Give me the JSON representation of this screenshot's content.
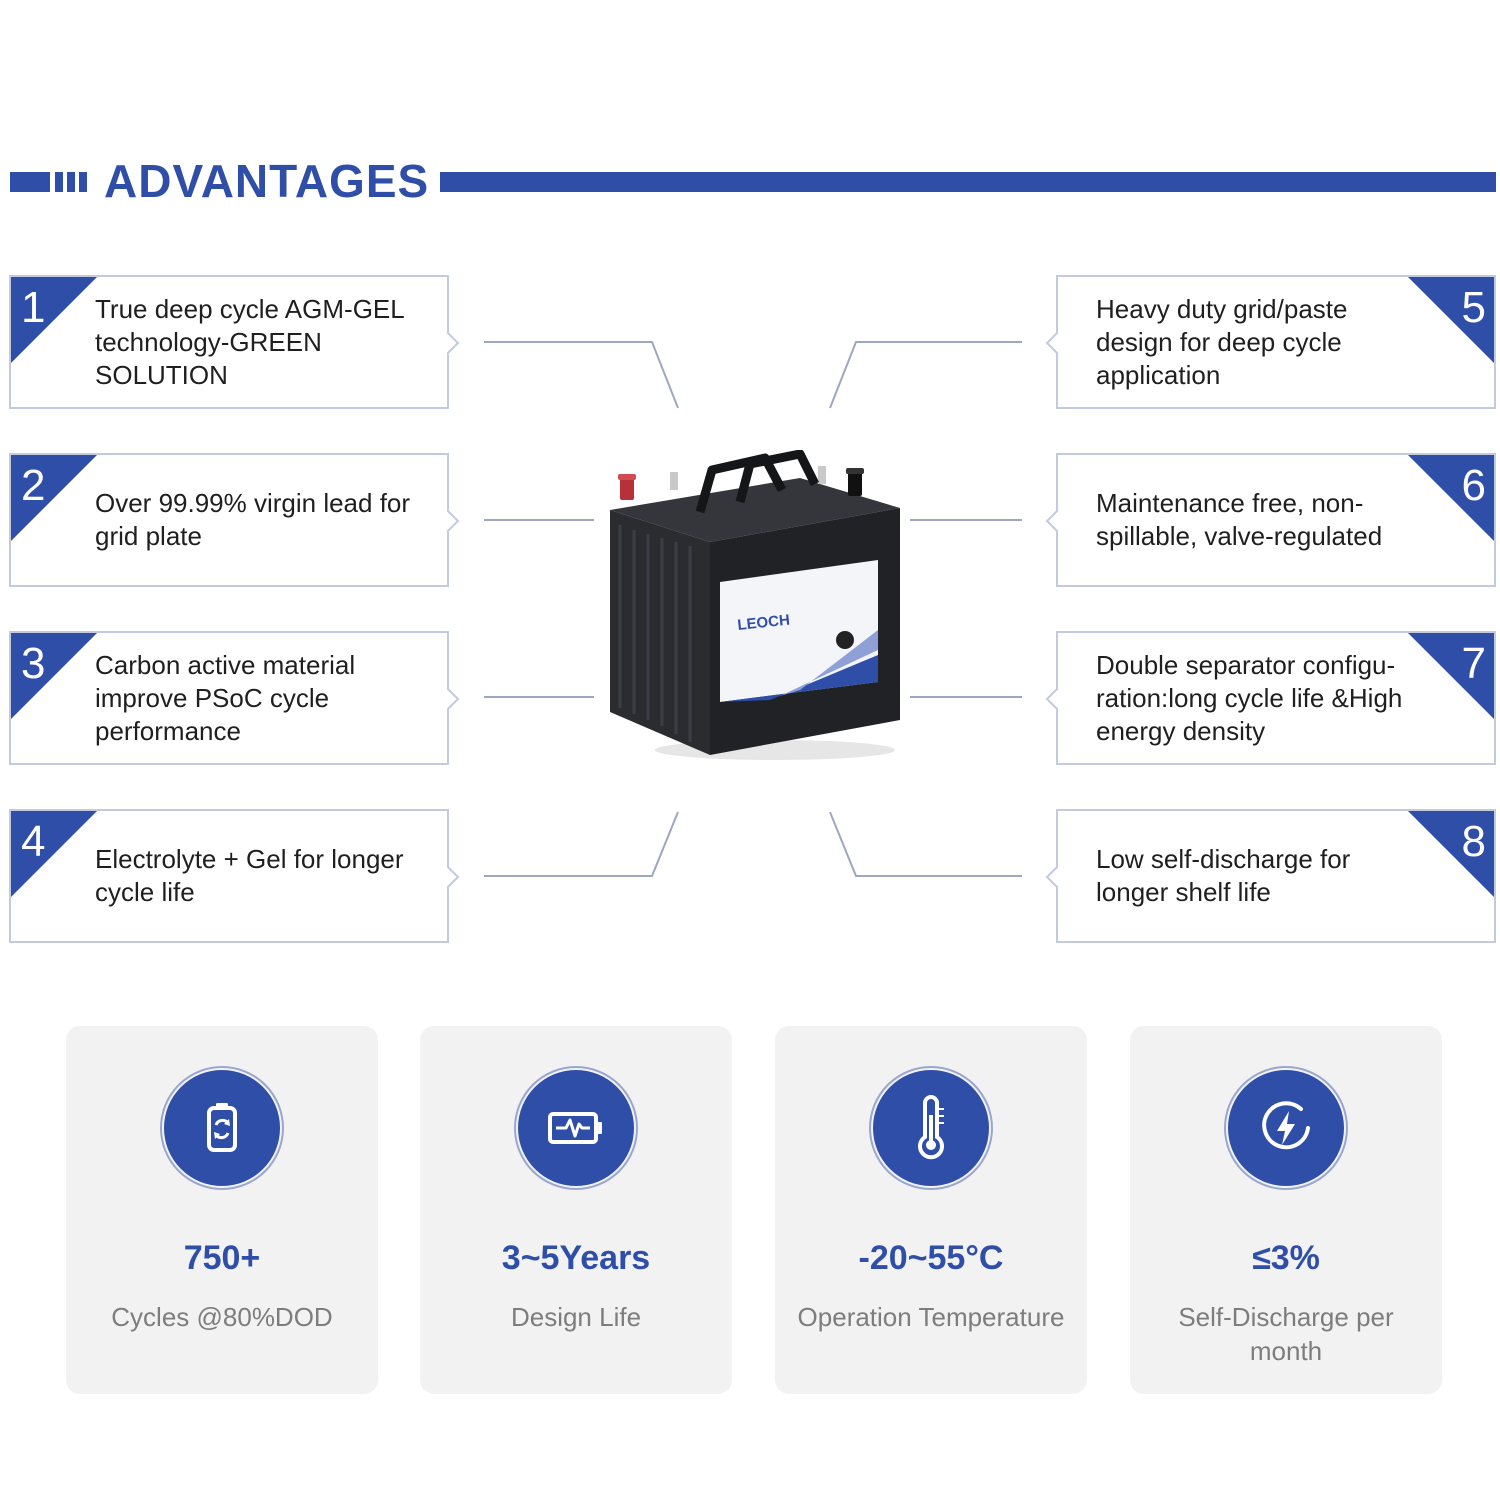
{
  "header": {
    "title": "ADVANTAGES"
  },
  "colors": {
    "accent": "#2f4ea8",
    "box_border": "#c3c9df",
    "card_bg": "#f2f2f2",
    "caption": "#7d7d7d"
  },
  "battery": {
    "logo_text": "LEOCH",
    "icon": "agm-gel-battery-image"
  },
  "features": [
    {
      "num": "1",
      "text": "True deep cycle AGM-GEL technology-GREEN SOLUTION"
    },
    {
      "num": "2",
      "text": "Over 99.99% virgin lead for grid plate"
    },
    {
      "num": "3",
      "text": "Carbon active material improve PSoC cycle performance"
    },
    {
      "num": "4",
      "text": "Electrolyte + Gel for longer cycle life"
    },
    {
      "num": "5",
      "text": "Heavy duty grid/paste design for deep cycle application"
    },
    {
      "num": "6",
      "text": "Maintenance free, non-spillable, valve-regulated"
    },
    {
      "num": "7",
      "text": "Double separator configu-ration:long cycle life &High energy density"
    },
    {
      "num": "8",
      "text": "Low self-discharge for longer shelf life"
    }
  ],
  "stats": [
    {
      "icon": "battery-recycle-icon",
      "value": "750+",
      "caption": "Cycles @80%DOD"
    },
    {
      "icon": "battery-pulse-icon",
      "value": "3~5Years",
      "caption": "Design Life"
    },
    {
      "icon": "thermometer-icon",
      "value": "-20~55°C",
      "caption": "Operation Temperature"
    },
    {
      "icon": "lightning-icon",
      "value": "≤3%",
      "caption": "Self-Discharge per month"
    }
  ]
}
